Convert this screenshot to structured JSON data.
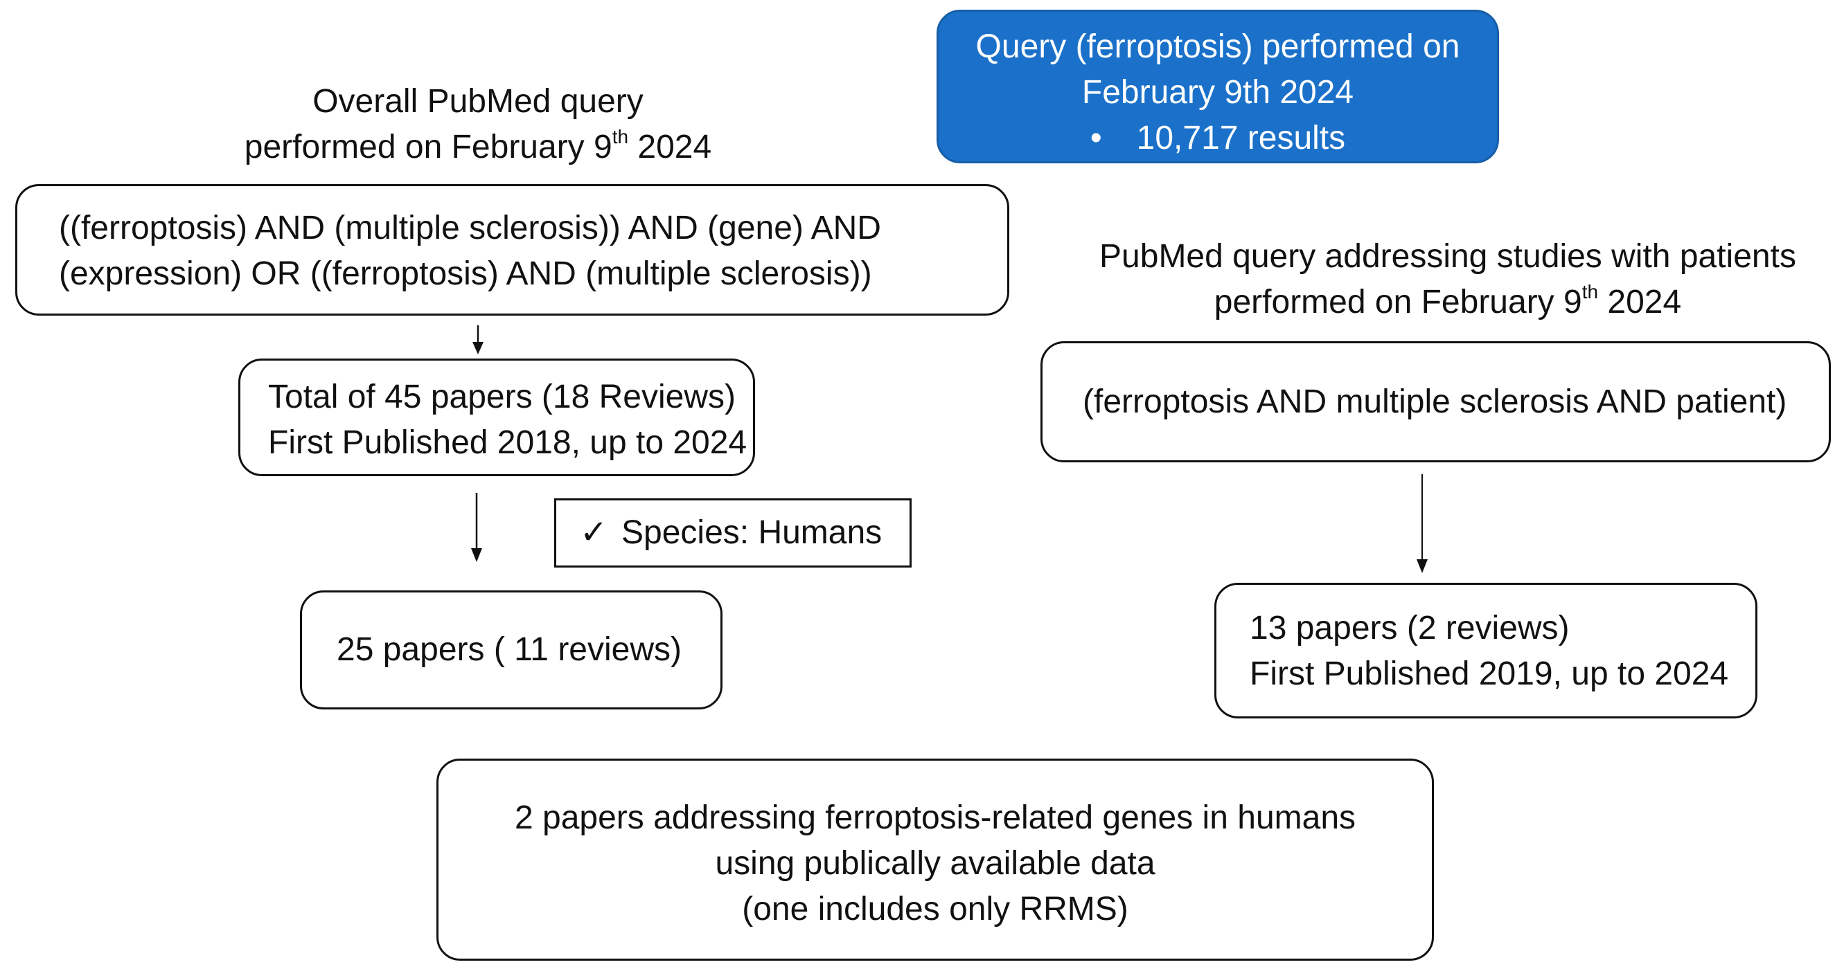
{
  "ferroptosis_query": {
    "line1": "Query (ferroptosis) performed on",
    "line2": "February 9th 2024",
    "bullet": "•",
    "results": "10,717 results",
    "fill_color": "#1b71c9"
  },
  "left_branch": {
    "heading_line1": "Overall PubMed query",
    "heading_line2_prefix": "performed on February 9",
    "heading_line2_sup": "th",
    "heading_line2_suffix": " 2024",
    "query_line1": "((ferroptosis) AND (multiple sclerosis)) AND (gene) AND",
    "query_line2": "(expression) OR ((ferroptosis) AND (multiple sclerosis))",
    "total_line1": "Total of 45 papers (18 Reviews)",
    "total_line2": "First Published 2018, up to 2024",
    "filter_check": "✓",
    "filter_label": "Species: Humans",
    "result": "25 papers ( 11 reviews)"
  },
  "right_branch": {
    "heading_line1": "PubMed query addressing studies with patients",
    "heading_line2_prefix": "performed on February 9",
    "heading_line2_sup": "th",
    "heading_line2_suffix": " 2024",
    "query": "(ferroptosis AND multiple sclerosis AND patient)",
    "result_line1": "13 papers (2 reviews)",
    "result_line2": "First Published 2019, up to 2024"
  },
  "final": {
    "line1": "2 papers addressing ferroptosis-related genes in humans",
    "line2": "using publically available data",
    "line3": "(one includes only RRMS)"
  }
}
